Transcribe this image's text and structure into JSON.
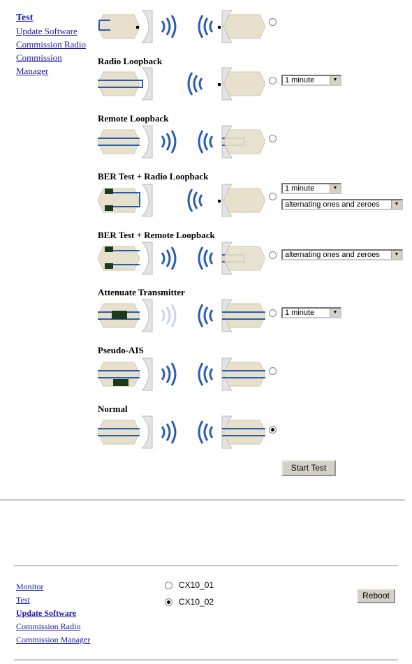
{
  "top_nav": {
    "items": [
      {
        "label": "Test",
        "current": true
      },
      {
        "label": "Update Software"
      },
      {
        "label": "Commission Radio"
      },
      {
        "label": "Commission Manager"
      }
    ]
  },
  "tests": [
    {
      "title": "",
      "selected": false,
      "selects": []
    },
    {
      "title": "Radio Loopback",
      "selected": false,
      "selects": [
        "1 minute"
      ]
    },
    {
      "title": "Remote Loopback",
      "selected": false,
      "selects": []
    },
    {
      "title": "BER Test + Radio Loopback",
      "selected": false,
      "selects": [
        "1 minute",
        "alternating ones and zeroes"
      ]
    },
    {
      "title": "BER Test + Remote Loopback",
      "selected": false,
      "selects": [
        "alternating ones and zeroes"
      ]
    },
    {
      "title": "Attenuate Transmitter",
      "selected": false,
      "selects": [
        "1 minute"
      ]
    },
    {
      "title": "Pseudo-AIS",
      "selected": false,
      "selects": []
    },
    {
      "title": "Normal",
      "selected": true,
      "selects": []
    }
  ],
  "start_test_label": "Start Test",
  "bottom_nav": {
    "items": [
      {
        "label": "Monitor"
      },
      {
        "label": "Test"
      },
      {
        "label": "Update Software",
        "current": true
      },
      {
        "label": "Commission Radio"
      },
      {
        "label": "Commission Manager"
      }
    ]
  },
  "devices": [
    {
      "label": "CX10_01",
      "selected": false
    },
    {
      "label": "CX10_02",
      "selected": true
    }
  ],
  "reboot_label": "Reboot",
  "colors": {
    "link": "#1a1aa6",
    "signal": "#2a5db0",
    "panel": "#e6e0cc"
  },
  "icons": [
    "radio-unit-icon",
    "dish-antenna-icon",
    "signal-wave-icon",
    "loopback-arrow-icon"
  ]
}
